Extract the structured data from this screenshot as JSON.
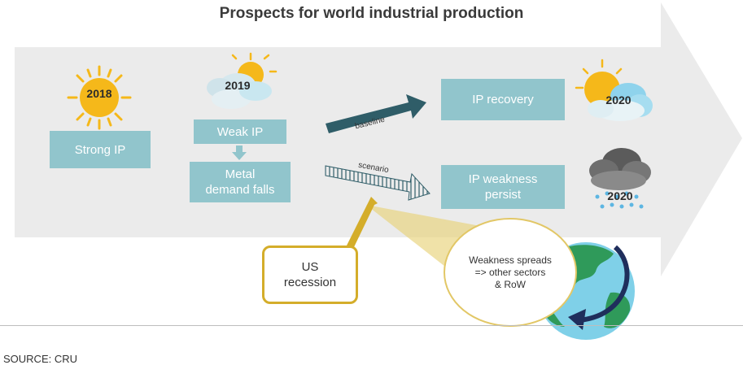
{
  "title": "Prospects for world industrial production",
  "years": {
    "y2018": "2018",
    "y2019": "2019",
    "y2020_recovery": "2020",
    "y2020_weak": "2020"
  },
  "boxes": {
    "strong_ip": "Strong IP",
    "weak_ip": "Weak IP",
    "metal_line1": "Metal",
    "metal_line2": "demand falls",
    "ip_recovery": "IP recovery",
    "weak_persist_line1": "IP weakness",
    "weak_persist_line2": "persist"
  },
  "arrows": {
    "baseline": "baseline",
    "scenario": "scenario"
  },
  "recession": {
    "line1": "US",
    "line2": "recession"
  },
  "bubble": {
    "line1": "Weakness spreads",
    "line2": "=> other sectors",
    "line3": "& RoW"
  },
  "source": "SOURCE: CRU",
  "icons": [
    "sun-icon",
    "sun-cloud-icon",
    "sun-cloud-icon",
    "rain-cloud-icon",
    "globe-icon"
  ],
  "colors": {
    "big_arrow": "#ebebeb",
    "box": "#91c5cc",
    "box_text": "#ffffff",
    "baseline_arrow": "#2f5d68",
    "recession_accent": "#d4ad2a",
    "sun": "#f5b81a",
    "globe_land": "#2f9a5a",
    "globe_sea": "#7fd0e8"
  }
}
